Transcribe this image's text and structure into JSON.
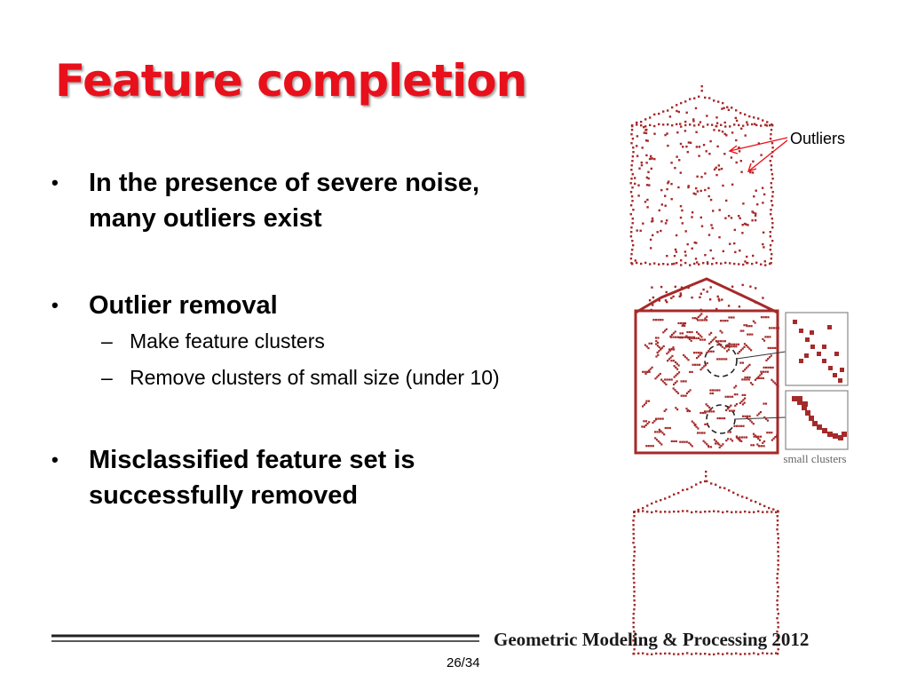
{
  "slide": {
    "title": "Feature completion",
    "bullets": [
      {
        "text": "In the presence of severe noise, many outliers exist",
        "lines": [
          "In the presence of severe noise,",
          "many outliers exist"
        ]
      },
      {
        "text": "Outlier removal",
        "lines": [
          "Outlier removal"
        ],
        "sub": [
          "Make feature clusters",
          "Remove clusters of small size (under 10)"
        ]
      },
      {
        "text": "Misclassified feature set is successfully removed",
        "lines": [
          "Misclassified feature set is",
          "successfully removed"
        ]
      }
    ],
    "bullet_glyph": "•",
    "sub_glyph": "–"
  },
  "figure": {
    "outliers_label": "Outliers",
    "small_clusters_label": "small clusters",
    "point_color": "#a52a2a"
  },
  "footer": {
    "course_title": "Geometric Modeling & Processing 2012",
    "page": "26/34"
  },
  "colors": {
    "title": "#e8101b",
    "text": "#000000"
  }
}
